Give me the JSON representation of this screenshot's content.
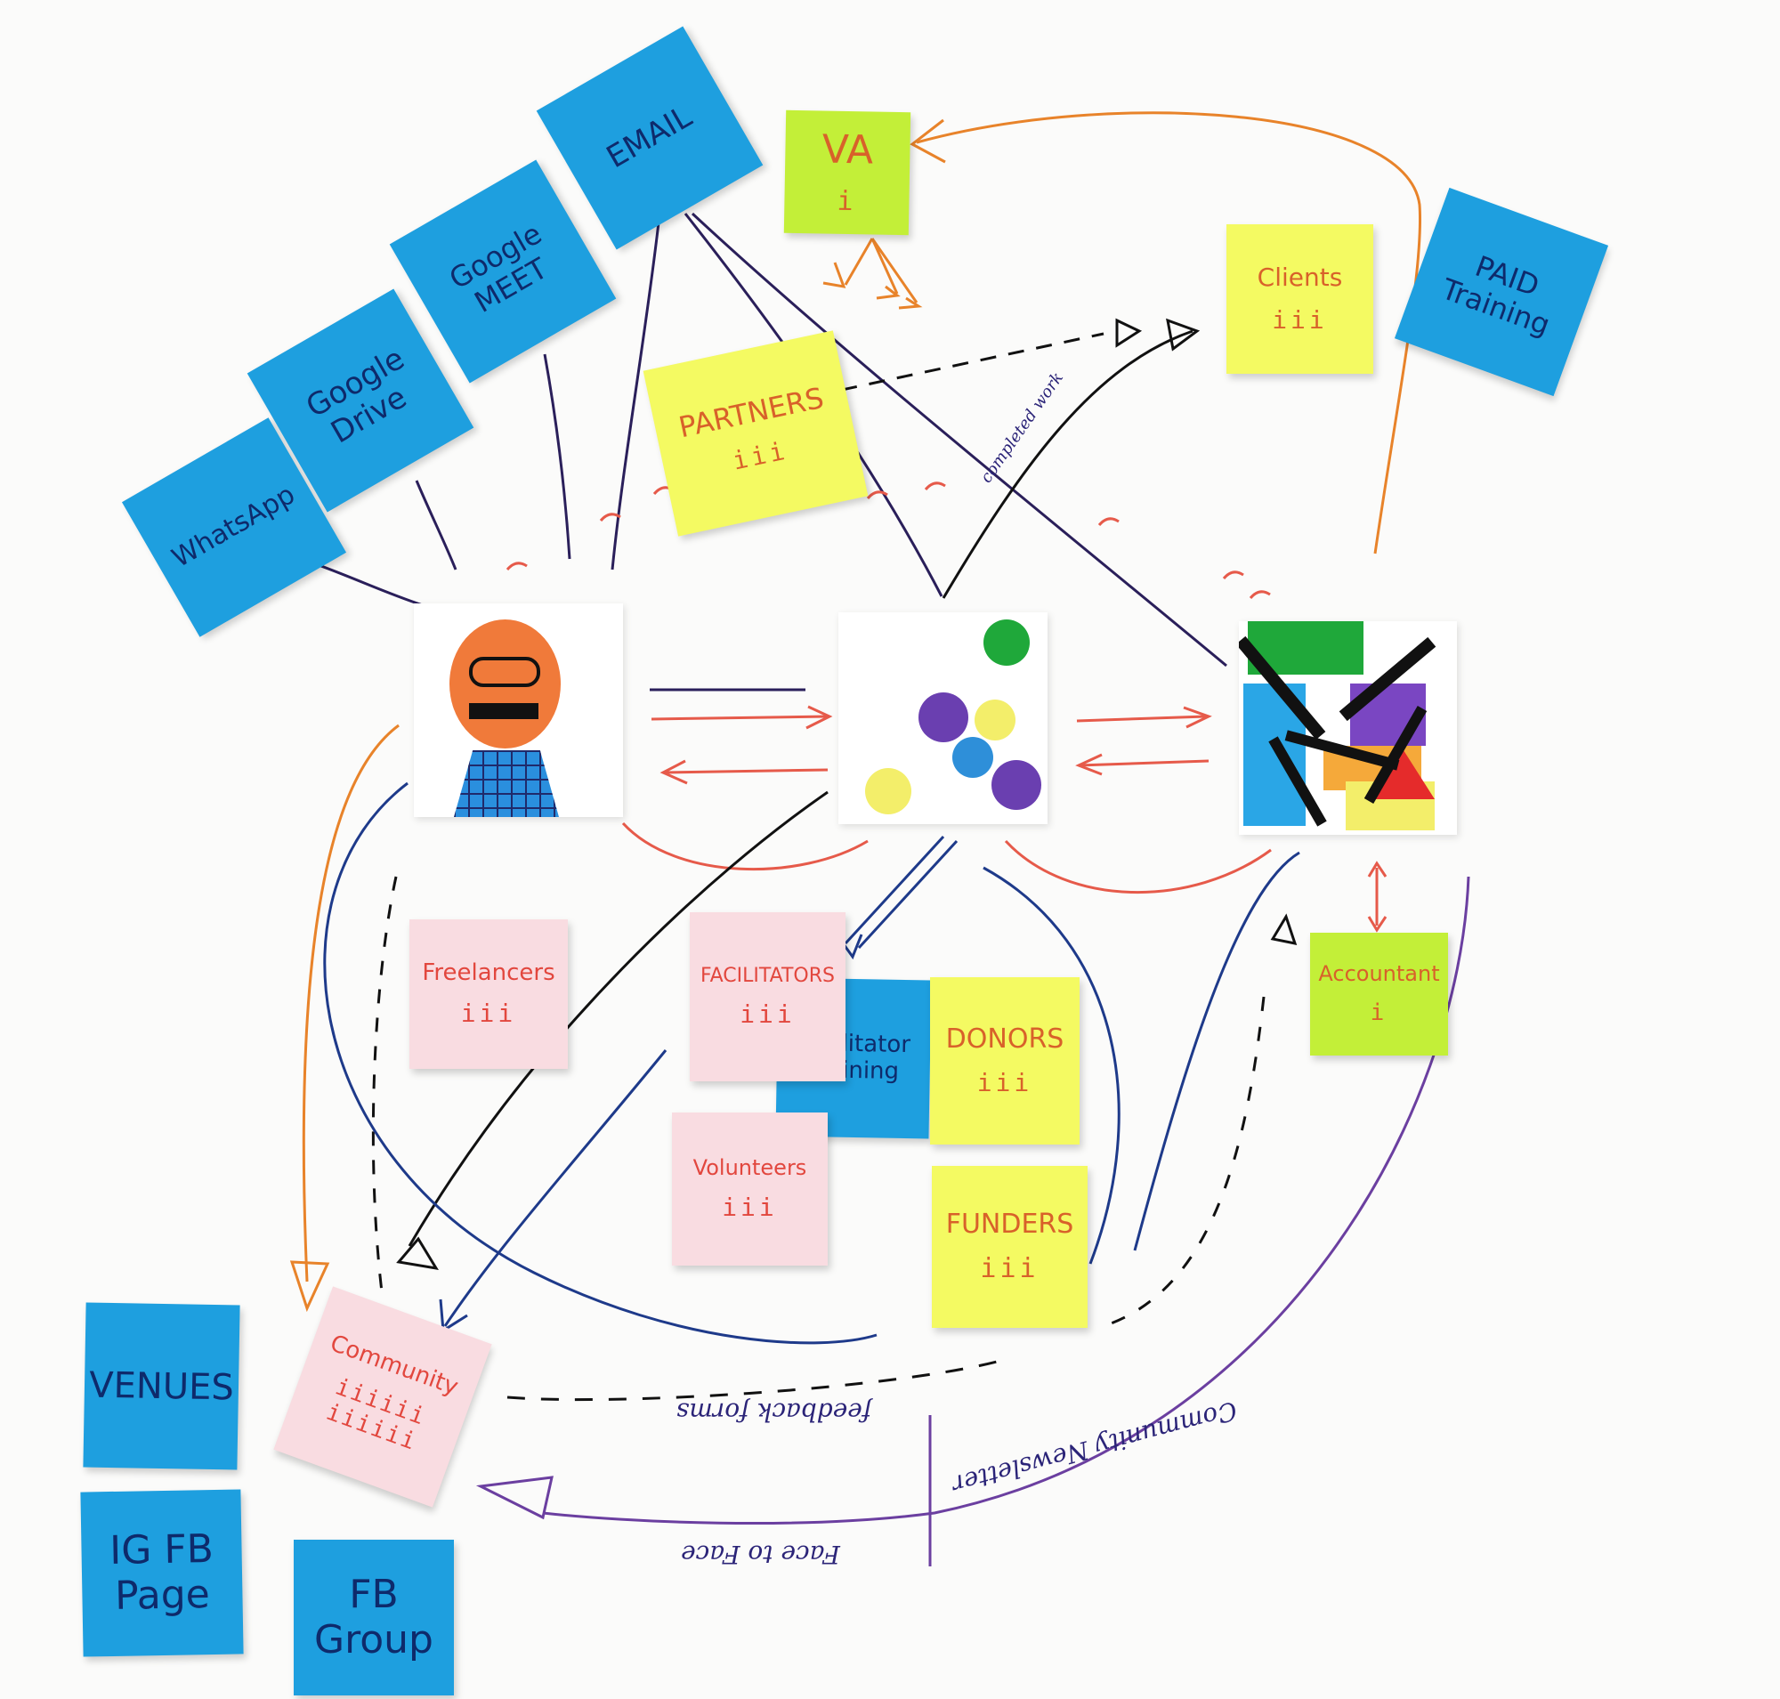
{
  "notes": {
    "whatsapp": "WhatsApp",
    "google_drive": "Google Drive",
    "google_meet": "Google MEET",
    "email": "EMAIL",
    "va": "VA",
    "va_count": "i",
    "partners": "PARTNERS",
    "partners_count": "iii",
    "clients": "Clients",
    "clients_count": "iii",
    "paid_training": "PAID Training",
    "freelancers": "Freelancers",
    "freelancers_count": "iii",
    "facilitators": "FACILITATORS",
    "facilitators_count": "iii",
    "facilitator_training": "Facilitator Training",
    "donors": "DONORS",
    "donors_count": "iii",
    "accountant": "Accountant",
    "accountant_count": "i",
    "volunteers": "Volunteers",
    "volunteers_count": "iii",
    "funders": "FUNDERS",
    "funders_count": "iii",
    "venues": "VENUES",
    "community": "Community",
    "community_count": "iiiiii iiiiii",
    "ig_fb_page": "IG FB Page",
    "fb_group": "FB Group"
  },
  "annotations": {
    "feedback": "feedback forms",
    "face_to_face": "Face to Face",
    "community_newsletter": "Community Newsletter",
    "completed_work": "completed work"
  },
  "colors": {
    "blue_note": "#1e9fdf",
    "yellow_note": "#f4fa62",
    "lime_note": "#c3ef38",
    "pink_note": "#f9dce1",
    "orange_pen": "#e8832a",
    "red_pen": "#e2473e",
    "navy_pen": "#1e3a8a",
    "purple_pen": "#6b3fa0",
    "black_pen": "#111111"
  }
}
